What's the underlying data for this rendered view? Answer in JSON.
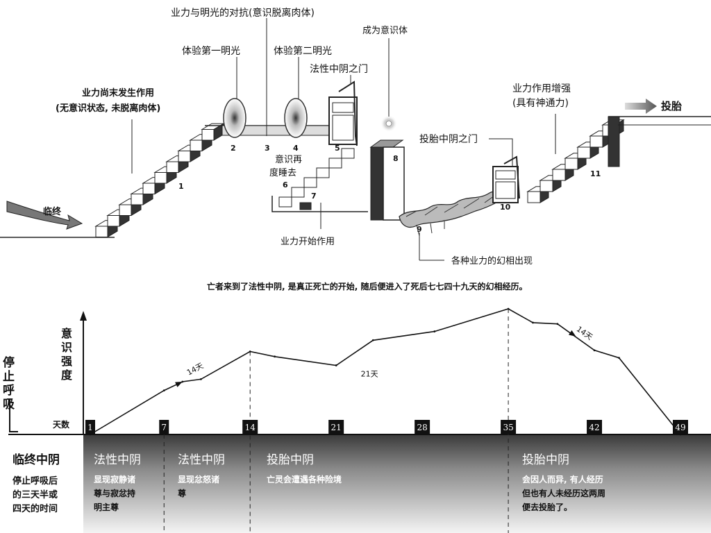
{
  "top": {
    "labels": {
      "struggle": "业力与明光的对抗(意识脱离肉体)",
      "become_consciousness": "成为意识体",
      "first_light": "体验第一明光",
      "second_light": "体验第二明光",
      "dharmata_gate": "法性中阴之门",
      "karma_not_acting_1": "业力尚末发生作用",
      "karma_not_acting_2": "(无意识状态, 未脱离肉体)",
      "karma_strengthens_1": "业力作用增强",
      "karma_strengthens_2": "(具有神通力)",
      "rebirth_arrow": "投胎",
      "rebirth_gate": "投胎中阴之门",
      "reawaken_1": "意识再",
      "reawaken_2": "度睡去",
      "karma_begins": "业力开始作用",
      "illusions": "各种业力的幻相出现",
      "dying": "临终"
    },
    "step_numbers": [
      "1",
      "2",
      "3",
      "4",
      "5",
      "6",
      "7",
      "8",
      "9",
      "10",
      "11"
    ]
  },
  "caption": "亡者来到了法性中阴, 是真正死亡的开始, 随后便进入了死后七七四十九天的幻相经历。",
  "chart_data": {
    "type": "line",
    "ylabel": "意识强度",
    "left_label": "停止呼吸",
    "xlabel": "天数",
    "x_ticks": [
      "1",
      "7",
      "14",
      "21",
      "28",
      "35",
      "42",
      "49"
    ],
    "points": [
      {
        "day": 1,
        "level": 0
      },
      {
        "day": 7,
        "level": 0.35
      },
      {
        "day": 8.5,
        "level": 0.42
      },
      {
        "day": 10,
        "level": 0.44
      },
      {
        "day": 14,
        "level": 0.66
      },
      {
        "day": 16,
        "level": 0.62
      },
      {
        "day": 21,
        "level": 0.55
      },
      {
        "day": 24,
        "level": 0.75
      },
      {
        "day": 29,
        "level": 0.82
      },
      {
        "day": 35,
        "level": 1.0
      },
      {
        "day": 37,
        "level": 0.89
      },
      {
        "day": 39,
        "level": 0.88
      },
      {
        "day": 42,
        "level": 0.67
      },
      {
        "day": 44,
        "level": 0.61
      },
      {
        "day": 49,
        "level": 0
      }
    ],
    "annotations": [
      "14天",
      "21天",
      "14天"
    ]
  },
  "stages": [
    {
      "title": "临终中阴",
      "desc": [
        "停止呼吸后",
        "的三天半或",
        "四天的时间"
      ]
    },
    {
      "title": "法性中阴",
      "desc": [
        "显现寂静诸",
        "尊与寂忿持",
        "明主尊"
      ]
    },
    {
      "title": "法性中阴",
      "desc": [
        "显现忿怒诸",
        "尊"
      ]
    },
    {
      "title": "投胎中阴",
      "desc": [
        "亡灵会遭遇各种险境"
      ]
    },
    {
      "title": "投胎中阴",
      "desc": [
        "会因人而异, 有人经历",
        "但也有人未经历这两周",
        "便去投胎了。"
      ]
    }
  ]
}
